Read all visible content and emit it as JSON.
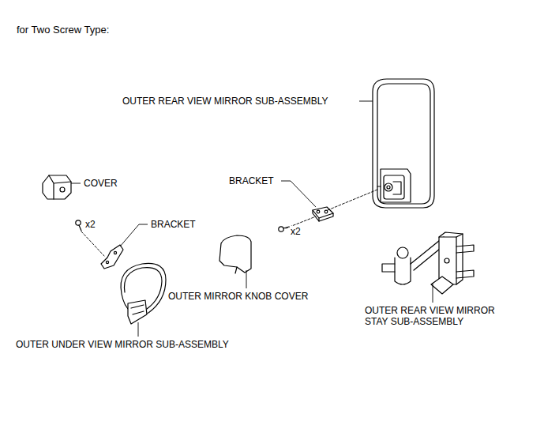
{
  "diagram": {
    "title": "for Two Screw Type:",
    "labels": [
      "OUTER REAR VIEW MIRROR SUB-ASSEMBLY",
      "COVER",
      "BRACKET",
      "x2",
      "BRACKET",
      "x2",
      "OUTER MIRROR KNOB COVER",
      "OUTER REAR VIEW MIRROR STAY SUB-ASSEMBLY",
      "OUTER UNDER VIEW MIRROR SUB-ASSEMBLY"
    ]
  }
}
